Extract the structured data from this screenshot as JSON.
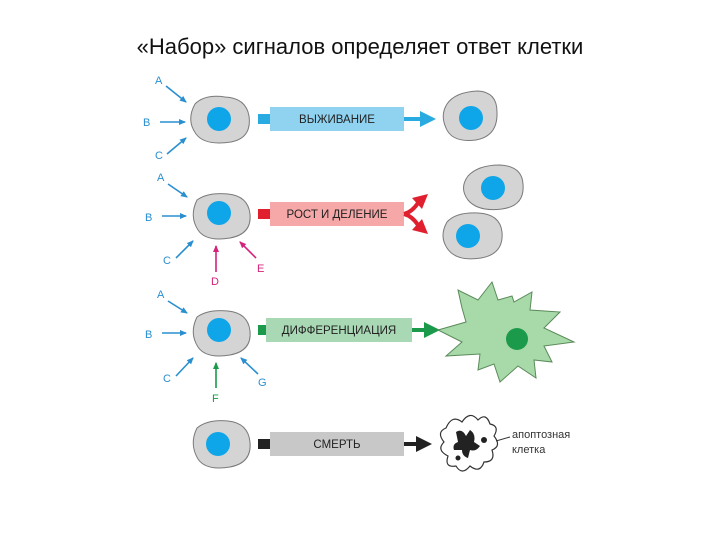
{
  "title": "«Набор» сигналов определяет ответ клетки",
  "colors": {
    "survival": "#29abe2",
    "survival_box": "#8fd3f0",
    "growth": "#e0202f",
    "growth_box": "#f6a8a8",
    "diff": "#1a9a4a",
    "diff_box": "#a8d9b4",
    "death": "#222222",
    "death_box": "#c8c8c8",
    "signal_abc": "#2a8fcf",
    "signal_de": "#d4237a",
    "signal_f": "#1a9a4a",
    "cell_body": "#d4d4d4",
    "nucleus": "#0ea5e9"
  },
  "rows": [
    {
      "response": "ВЫЖИВАНИЕ",
      "signals": [
        "A",
        "B",
        "C"
      ]
    },
    {
      "response": "РОСТ И ДЕЛЕНИЕ",
      "signals": [
        "A",
        "B",
        "C",
        "D",
        "E"
      ]
    },
    {
      "response": "ДИФФЕРЕНЦИАЦИЯ",
      "signals": [
        "A",
        "B",
        "C",
        "F",
        "G"
      ]
    },
    {
      "response": "СМЕРТЬ",
      "signals": [],
      "result_label_line1": "апоптозная",
      "result_label_line2": "клетка"
    }
  ]
}
